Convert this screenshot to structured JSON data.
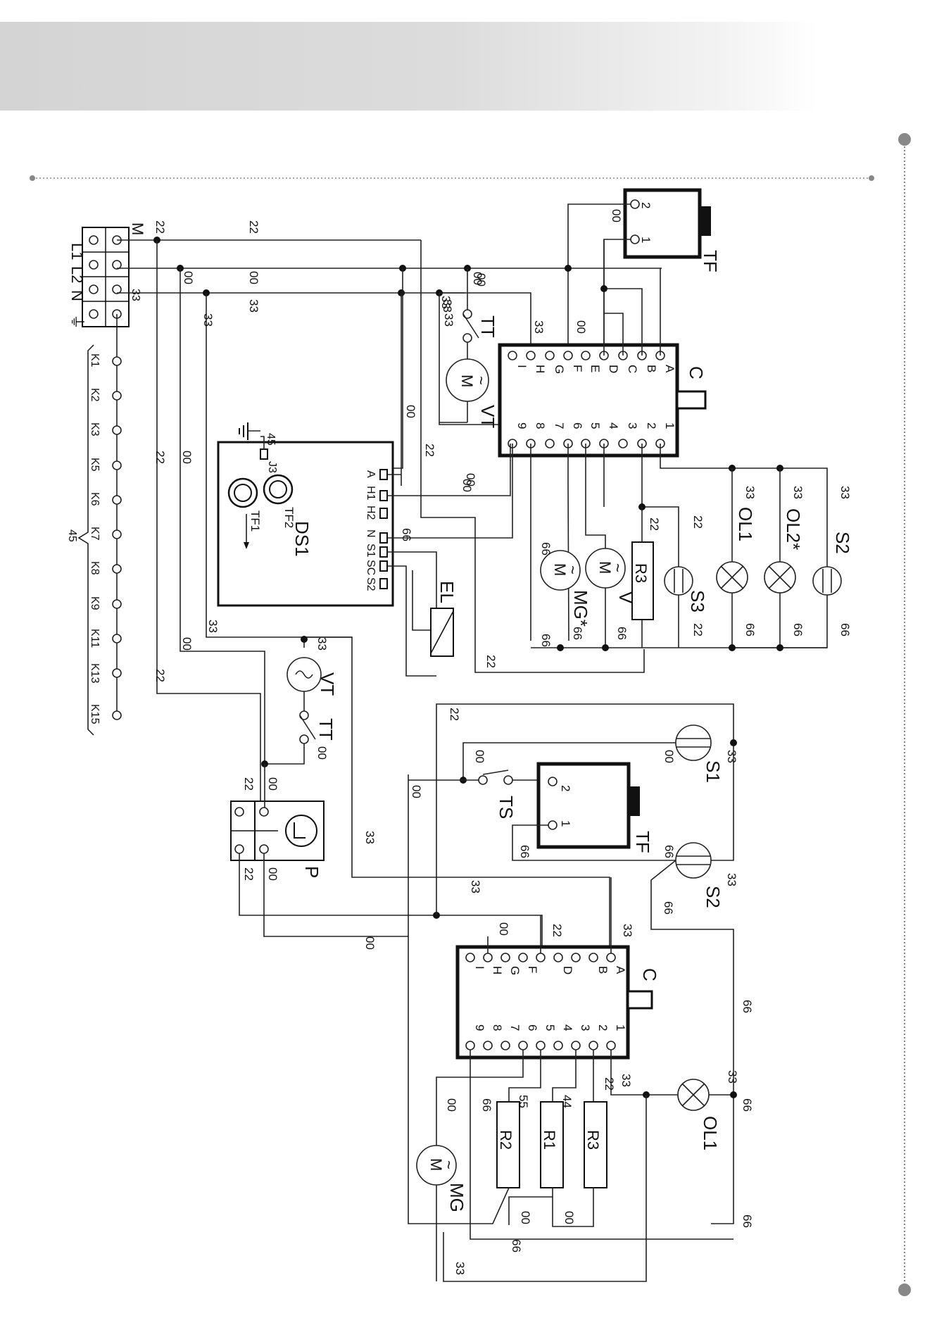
{
  "terminal_block": {
    "labels": [
      "L1",
      "L2",
      "N",
      "⏚"
    ],
    "m_label": "M",
    "k_labels": [
      "K1",
      "K2",
      "K3",
      "K5",
      "K6",
      "K7",
      "K8",
      "K9",
      "K11",
      "K13",
      "K15"
    ],
    "k_group_label": "45",
    "wire_33": "33"
  },
  "wire_codes": {
    "c22": "22",
    "c00": "00",
    "c33": "33",
    "c45": "45",
    "c66": "66",
    "c55": "55",
    "c44": "44"
  },
  "components": {
    "TF": "TF",
    "TT": "TT",
    "VT": "VT",
    "C": "C",
    "DS1": "DS1",
    "EL": "EL",
    "R3": "R3",
    "R2": "R2",
    "R1": "R1",
    "V": "V",
    "MG_star": "MG*",
    "MG": "MG",
    "OL1": "OL1",
    "OL2_star": "OL2*",
    "S1": "S1",
    "S2": "S2",
    "S3": "S3",
    "TS": "TS",
    "P": "P",
    "J3": "J3",
    "TF1": "TF1",
    "TF2": "TF2",
    "motor_m": "M",
    "motor_tilde": "~"
  },
  "ds1_pins": [
    "A",
    "H1",
    "H2",
    "N",
    "S1",
    "SC",
    "S2"
  ],
  "c_letter_pins_upper": [
    "A",
    "B",
    "C",
    "D",
    "E",
    "F",
    "G",
    "H",
    "I"
  ],
  "c_letter_pins_lower": [
    "A",
    "B",
    "D",
    "F",
    "G",
    "H",
    "I"
  ],
  "c_number_pins": [
    "1",
    "2",
    "3",
    "4",
    "5",
    "6",
    "7",
    "8",
    "9"
  ],
  "tf_pins": [
    "1",
    "2"
  ]
}
